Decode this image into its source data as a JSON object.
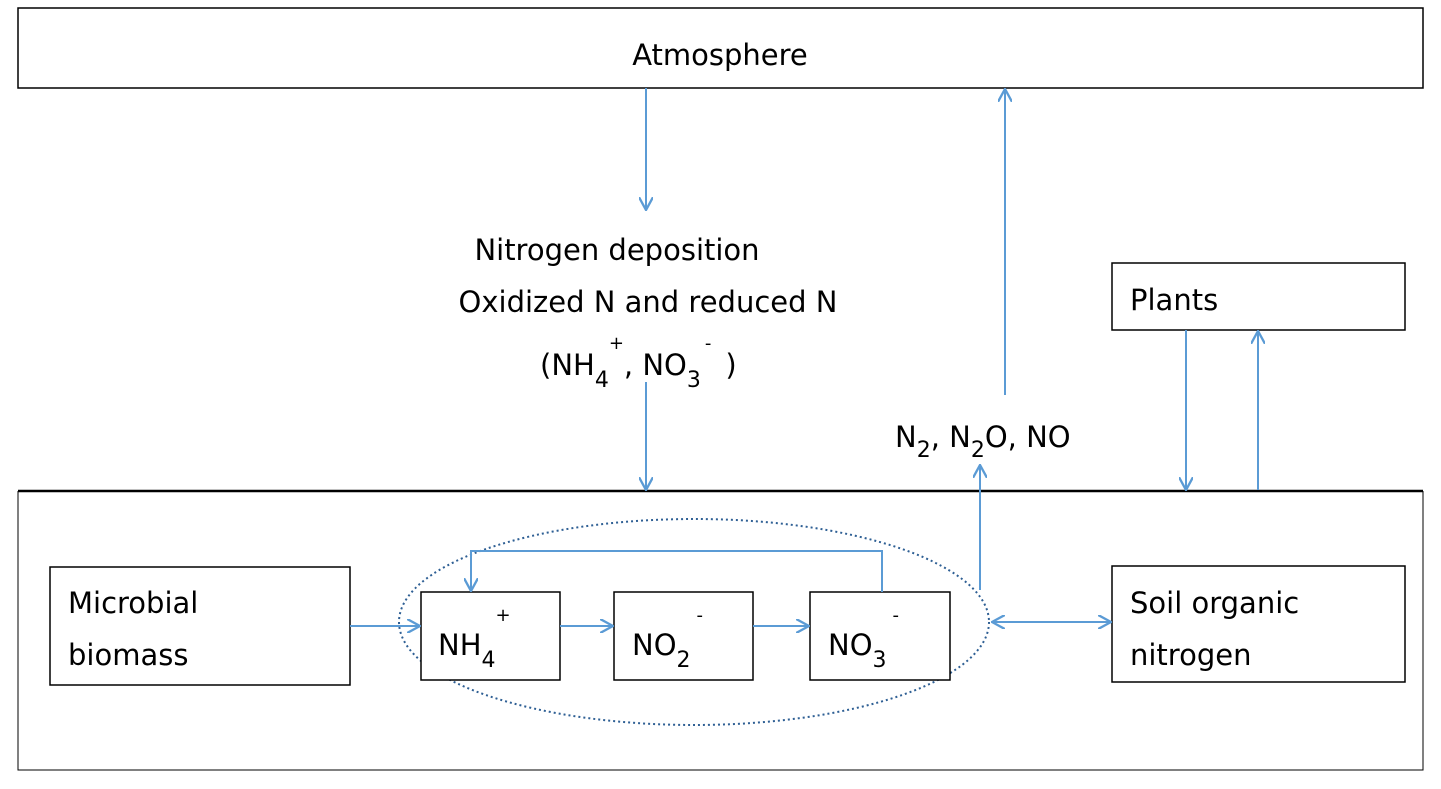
{
  "atmosphere": "Atmosphere",
  "deposition": {
    "line1": "Nitrogen deposition",
    "line2": "Oxidized N and reduced N",
    "open": "(NH",
    "nh4_sub": "4",
    "nh4_sup": "+",
    "sep": ", NO",
    "no3_sub": "3",
    "no3_sup": "-",
    "close": ")"
  },
  "gases": {
    "n": "N",
    "sub1": "2",
    "mid": ", N",
    "sub2": "2",
    "rest": "O, NO"
  },
  "plants": "Plants",
  "microbial": {
    "line1": "Microbial",
    "line2": "biomass"
  },
  "soil_organic": {
    "line1": "Soil organic",
    "line2": "nitrogen"
  },
  "nh4": {
    "base": "NH",
    "sub": "4",
    "sup": "+"
  },
  "no2": {
    "base": "NO",
    "sub": "2",
    "sup": "-"
  },
  "no3": {
    "base": "NO",
    "sub": "3",
    "sup": "-"
  },
  "colors": {
    "arrow": "#5b9bd5",
    "ellipse": "#2e5f94"
  }
}
